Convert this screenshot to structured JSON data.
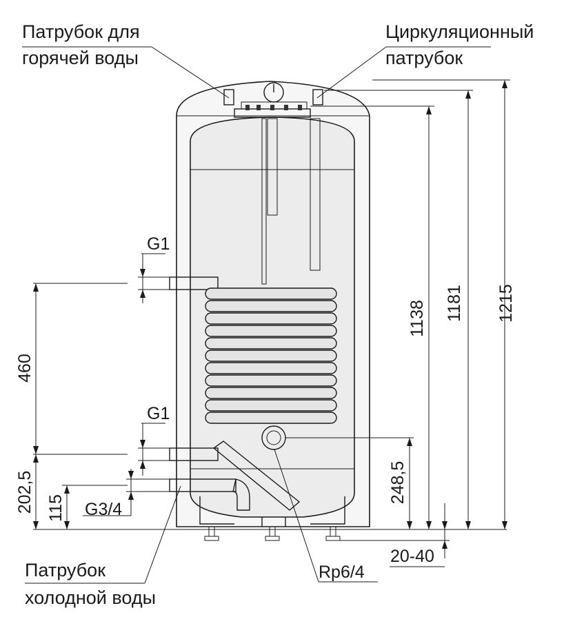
{
  "labels": {
    "hot_water_line1": "Патрубок для",
    "hot_water_line2": "горячей воды",
    "circulation_line1": "Циркуляционный",
    "circulation_line2": "патрубок",
    "cold_water_line1": "Патрубок",
    "cold_water_line2": "холодной воды"
  },
  "dimensions": {
    "d1215": "1215",
    "d1181": "1181",
    "d1138": "1138",
    "d460": "460",
    "d248_5": "248,5",
    "d202_5": "202,5",
    "d115": "115",
    "d20_40": "20-40"
  },
  "connections": {
    "g1_upper": "G1",
    "g1_lower": "G1",
    "g3_4": "G3/4",
    "rp6_4": "Rp6/4"
  },
  "colors": {
    "line": "#1a1a1a",
    "tank_fill": "#ececec",
    "insulation_fill": "#f6f6f6",
    "pipe_fill": "#e4e4e4"
  }
}
